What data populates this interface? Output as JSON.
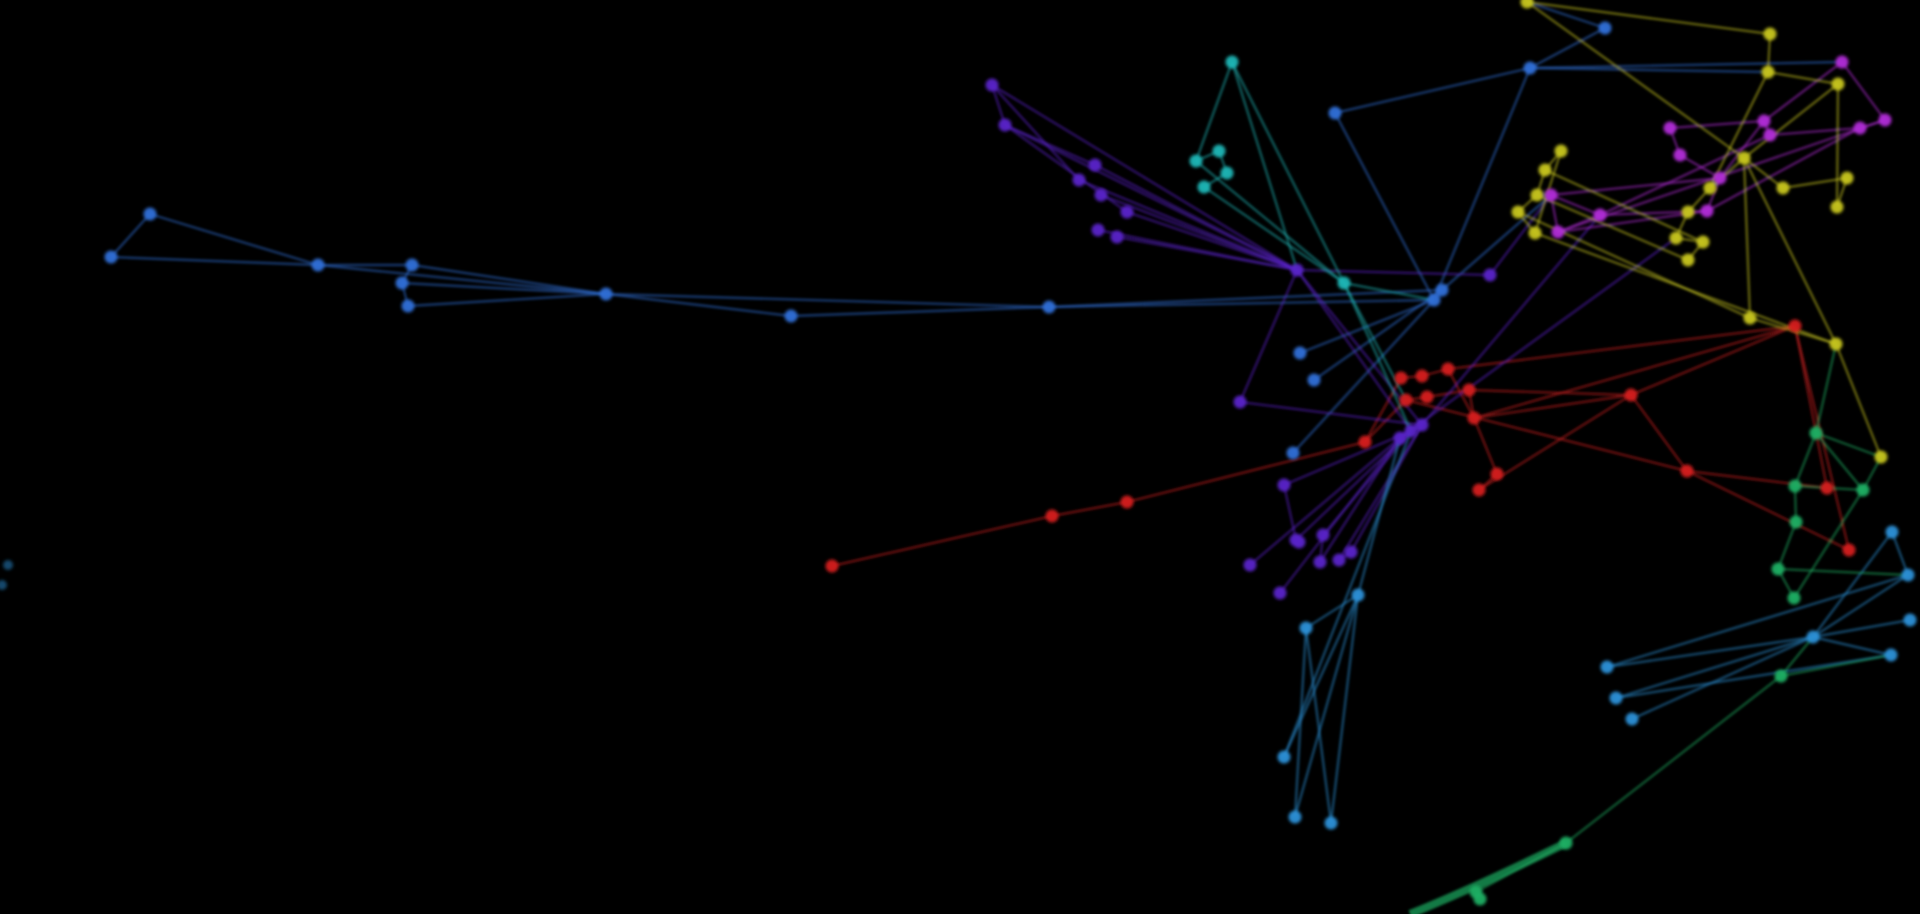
{
  "graph": {
    "background_color": "#000000",
    "clusters": [
      {
        "name": "blue",
        "color": "#2f6fd6"
      },
      {
        "name": "red",
        "color": "#d42020"
      },
      {
        "name": "violet",
        "color": "#5a22c8"
      },
      {
        "name": "teal",
        "color": "#1fb5b5"
      },
      {
        "name": "magenta",
        "color": "#b02bd6"
      },
      {
        "name": "yellow",
        "color": "#c6c420"
      },
      {
        "name": "green",
        "color": "#1fae63"
      },
      {
        "name": "lightblue",
        "color": "#2a8fd6"
      }
    ]
  }
}
